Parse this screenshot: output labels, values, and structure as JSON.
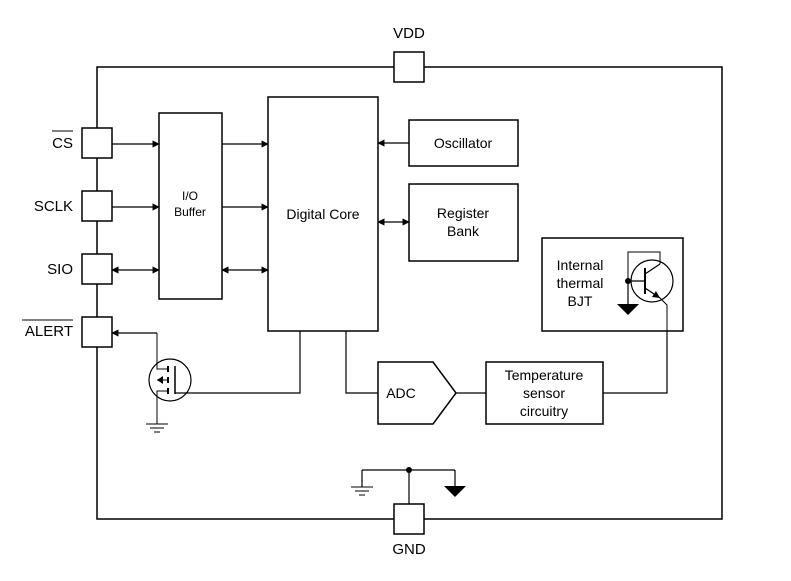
{
  "pins": {
    "vdd": "VDD",
    "gnd": "GND",
    "cs": "CS",
    "sclk": "SCLK",
    "sio": "SIO",
    "alert": "ALERT"
  },
  "blocks": {
    "io_buffer_line1": "I/O",
    "io_buffer_line2": "Buffer",
    "digital_core": "Digital Core",
    "oscillator": "Oscillator",
    "register_bank_line1": "Register",
    "register_bank_line2": "Bank",
    "bjt_line1": "Internal",
    "bjt_line2": "thermal",
    "bjt_line3": "BJT",
    "adc": "ADC",
    "temp_line1": "Temperature",
    "temp_line2": "sensor",
    "temp_line3": "circuitry"
  }
}
